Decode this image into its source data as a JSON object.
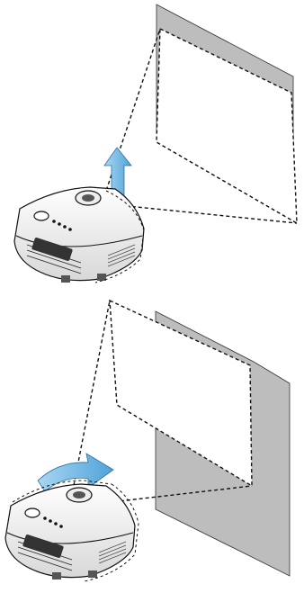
{
  "colors": {
    "background": "#ffffff",
    "screen_gray": "#bdbdbd",
    "outline": "#111111",
    "arrow_fill": "#4fa3d9",
    "arrow_light": "#a9d6f2",
    "projector_body": "#f4f4f4"
  },
  "panels": [
    {
      "name": "tilt-adjustment",
      "arrow_icon": "up-arrow-icon",
      "screen": "gray-screen"
    },
    {
      "name": "horizontal-adjustment",
      "arrow_icon": "curved-right-arrow-icon",
      "screen": "gray-screen"
    }
  ]
}
